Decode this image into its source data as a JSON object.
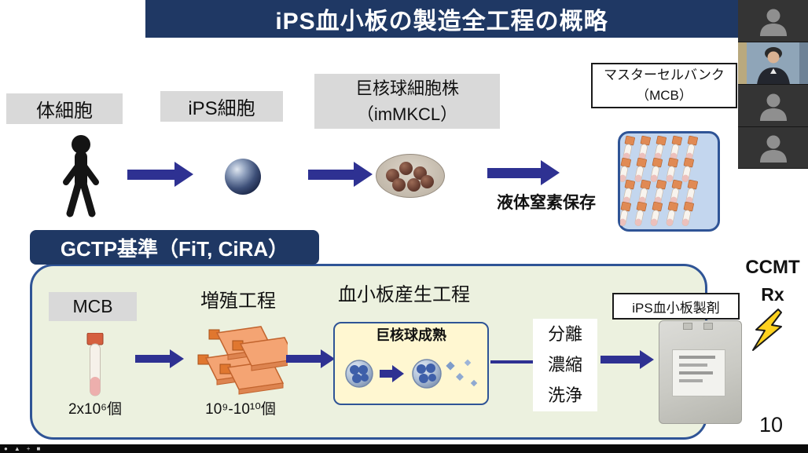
{
  "title": "iPS血小板の製造全工程の概略",
  "flow": {
    "somatic": "体細胞",
    "ips": "iPS細胞",
    "mkcl_line1": "巨核球細胞株",
    "mkcl_line2": "（imMKCL）",
    "bank_line1": "マスターセルバンク",
    "bank_line2": "（MCB）",
    "ln2": "液体窒素保存"
  },
  "gctp": {
    "header": "GCTP基準（FiT, CiRA）",
    "mcb": "MCB",
    "mcb_count": "2x10⁶個",
    "expansion": "増殖工程",
    "expansion_count": "10⁹-10¹⁰個",
    "production": "血小板産生工程",
    "maturation": "巨核球成熟",
    "steps": [
      "分離",
      "濃縮",
      "洗浄"
    ],
    "product": "iPS血小板製剤"
  },
  "side": {
    "ccmt": "CCMT",
    "rx": "Rx",
    "page_number": "10"
  },
  "bottom_icons": [
    "●",
    "▲",
    "+",
    "■"
  ],
  "colors": {
    "navy": "#1F3864",
    "arrow": "#2E3192",
    "box_border": "#2F5496",
    "box_fill": "#ECF1DF",
    "label_gray": "#D9D9D9",
    "yellow_fill": "#FFF7D1"
  }
}
